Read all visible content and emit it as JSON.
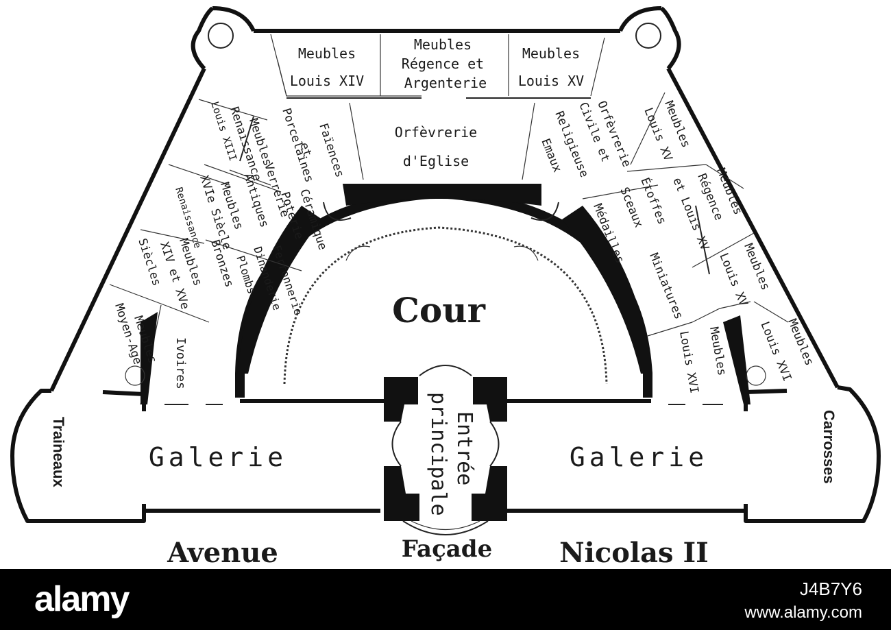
{
  "plan": {
    "cour": "Cour",
    "galerie_left": "Galerie",
    "galerie_right": "Galerie",
    "entree_line1": "Entrée",
    "entree_line2": "principale",
    "facade": "Façade",
    "avenue": "Avenue",
    "nicolas": "Nicolas II",
    "traineaux": "Traineaux",
    "carrosses": "Carrosses",
    "top_rooms": [
      {
        "line1": "Meubles",
        "line2": "Louis XIV"
      },
      {
        "line1": "Meubles",
        "line2": "Régence et",
        "line3": "Argenterie"
      },
      {
        "line1": "Meubles",
        "line2": "Louis XV"
      }
    ],
    "orfevrerie_eglise_line1": "Orfèvrerie",
    "orfevrerie_eglise_line2": "d'Eglise",
    "left_wing": {
      "faiences_line1": "Faïences",
      "faiences_line2": "et",
      "faiences_line3": "Porcelaines",
      "meubles_renaissance_line1": "Meubles",
      "meubles_renaissance_line2": "Renaissance",
      "meubles_renaissance_line3": "Louis XIII",
      "meubles_xvi_line1": "Meubles",
      "meubles_xvi_line2": "XVIe Siècle",
      "antiques_line1": "Antiques",
      "antiques_line2": "Verrerie",
      "ceramique_line1": "Céramique",
      "ceramique_line2": "Poterie",
      "ferronnerie_line1": "Ferronnerie",
      "ferronnerie_line2": "Dinanderie",
      "ferronnerie_line3": "Plombs",
      "bronzes": "Bronzes",
      "meubles_xiv_line1": "Meubles",
      "meubles_xiv_line2": "XIV et XVe",
      "meubles_xiv_line3": "Siècles",
      "renaissance_small": "Renaissance",
      "moyen_age_line1": "Meubles",
      "moyen_age_line2": "Moyen-Age",
      "ivoires": "Ivoires"
    },
    "right_wing": {
      "orfevrerie_civile_line1": "Orfèvrerie",
      "orfevrerie_civile_line2": "Civile et",
      "orfevrerie_civile_line3": "Religieuse",
      "emaux": "Emaux",
      "meubles_lxv_a_line1": "Meubles",
      "meubles_lxv_a_line2": "Louis XV",
      "etoffes": "Étoffes",
      "sceaux": "Sceaux",
      "meubles_regence_line1": "Meubles",
      "meubles_regence_line2": "Régence",
      "meubles_regence_line3": "et Louis XV",
      "medailles": "Médailles",
      "miniatures": "Miniatures",
      "meubles_lxv_b_line1": "Meubles",
      "meubles_lxv_b_line2": "Louis XV",
      "louis_xvi_a": "Louis XVI",
      "meubles_xvi_a": "Meubles",
      "meubles_lxvi_line1": "Meubles",
      "meubles_lxvi_line2": "Louis XVI"
    }
  },
  "footer": {
    "logo": "alamy",
    "image_id": "J4B7Y6",
    "url": "www.alamy.com"
  }
}
